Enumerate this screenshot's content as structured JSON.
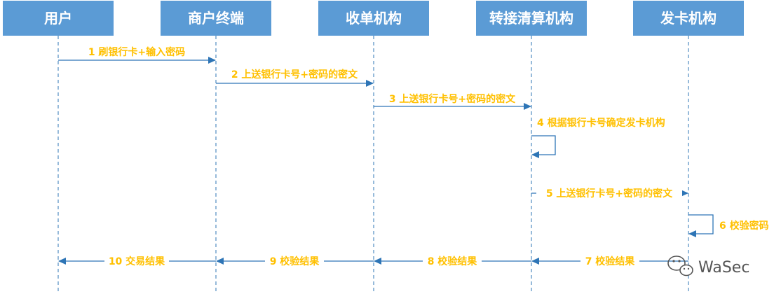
{
  "colors": {
    "header_fill": "#5b9bd5",
    "header_text": "#ffffff",
    "line": "#2e75b6",
    "message_text": "#ffc000",
    "watermark": "#555555"
  },
  "participants": [
    {
      "id": "user",
      "label": "用户"
    },
    {
      "id": "merchant",
      "label": "商户终端"
    },
    {
      "id": "acquirer",
      "label": "收单机构"
    },
    {
      "id": "switch",
      "label": "转接清算机构"
    },
    {
      "id": "issuer",
      "label": "发卡机构"
    }
  ],
  "messages": [
    {
      "label": "1 刷银行卡+输入密码",
      "from": "user",
      "to": "merchant"
    },
    {
      "label": "2 上送银行卡号+密码的密文",
      "from": "merchant",
      "to": "acquirer"
    },
    {
      "label": "3 上送银行卡号+密码的密文",
      "from": "acquirer",
      "to": "switch"
    },
    {
      "label": "4 根据银行卡号确定发卡机构",
      "from": "switch",
      "to": "switch"
    },
    {
      "label": "5 上送银行卡号+密码的密文",
      "from": "switch",
      "to": "issuer"
    },
    {
      "label": "6 校验密码",
      "from": "issuer",
      "to": "issuer"
    },
    {
      "label": "7 校验结果",
      "from": "issuer",
      "to": "switch"
    },
    {
      "label": "8 校验结果",
      "from": "switch",
      "to": "acquirer"
    },
    {
      "label": "9 校验结果",
      "from": "acquirer",
      "to": "merchant"
    },
    {
      "label": "10 交易结果",
      "from": "merchant",
      "to": "user"
    }
  ],
  "watermark": {
    "icon": "wechat-icon",
    "text": "WaSec"
  }
}
